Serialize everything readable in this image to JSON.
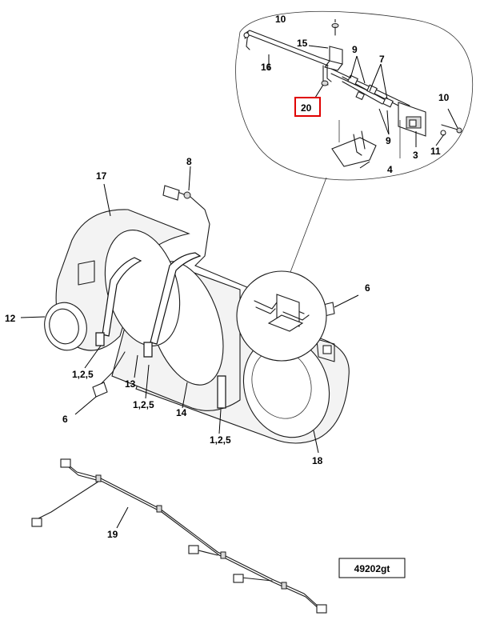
{
  "diagram": {
    "reference_code": "49202gt",
    "highlighted_callout": "20",
    "highlight_color": "#e00000",
    "callouts": {
      "c1": "1,2,5",
      "c2": "1,2,5",
      "c3": "1,2,5",
      "c4": "3",
      "c5": "4",
      "c6a": "6",
      "c6b": "6",
      "c7": "7",
      "c8": "8",
      "c9a": "9",
      "c9b": "9",
      "c10a": "10",
      "c10b": "10",
      "c11": "11",
      "c12": "12",
      "c13": "13",
      "c14": "14",
      "c15": "15",
      "c16": "16",
      "c17": "17",
      "c18": "18",
      "c19": "19",
      "c20": "20"
    }
  }
}
